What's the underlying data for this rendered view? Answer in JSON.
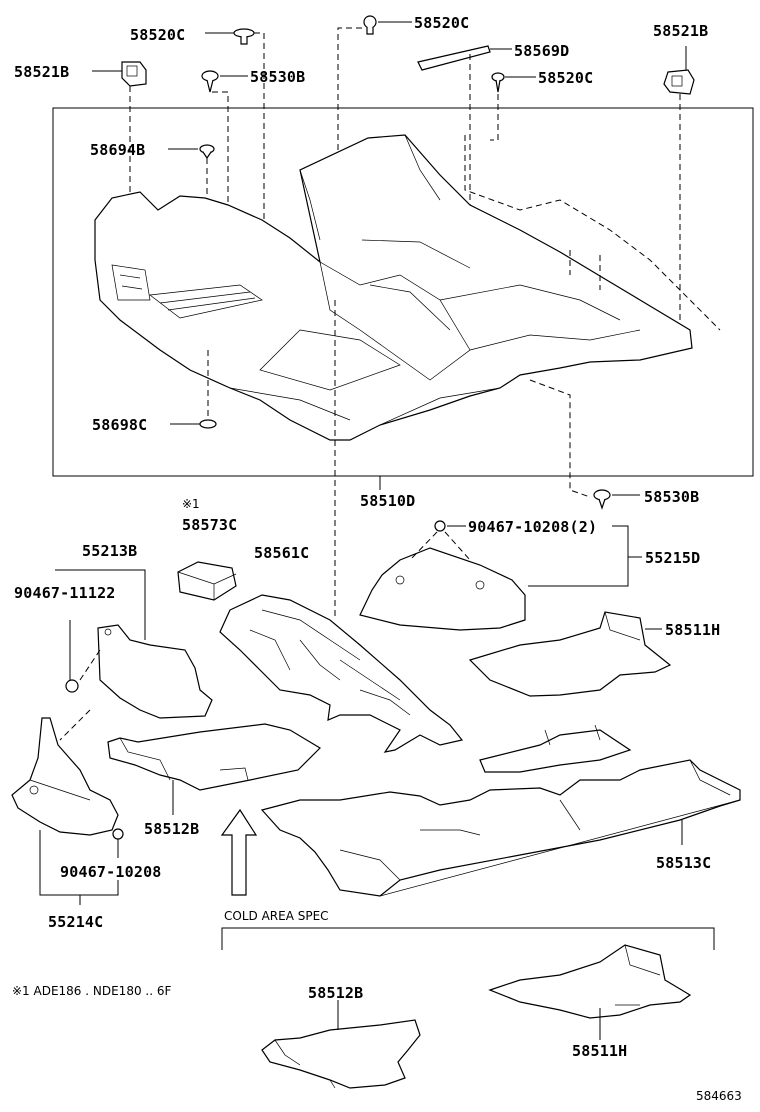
{
  "labels": {
    "p58520c_a": "58520C",
    "p58520c_b": "58520C",
    "p58521b_l": "58521B",
    "p58521b_r": "58521B",
    "p58530b_a": "58530B",
    "p58569d": "58569D",
    "p58520c_c": "58520C",
    "p58694b": "58694B",
    "p58698c": "58698C",
    "p58510d": "58510D",
    "p58530b_b": "58530B",
    "note_mark": "※1",
    "p58573c": "58573C",
    "p55213b": "55213B",
    "p58561c": "58561C",
    "p90467_10208_2": "90467-10208(2)",
    "p55215d": "55215D",
    "p90467_11122": "90467-11122",
    "p58511h_a": "58511H",
    "p58512b_a": "58512B",
    "p90467_10208": "90467-10208",
    "p58513c": "58513C",
    "p55214c": "55214C",
    "cold_area": "COLD AREA SPEC",
    "footnote": "※1  ADE186 . NDE180 .. 6F",
    "p58512b_b": "58512B",
    "p58511h_b": "58511H",
    "diagram_id": "584663"
  }
}
